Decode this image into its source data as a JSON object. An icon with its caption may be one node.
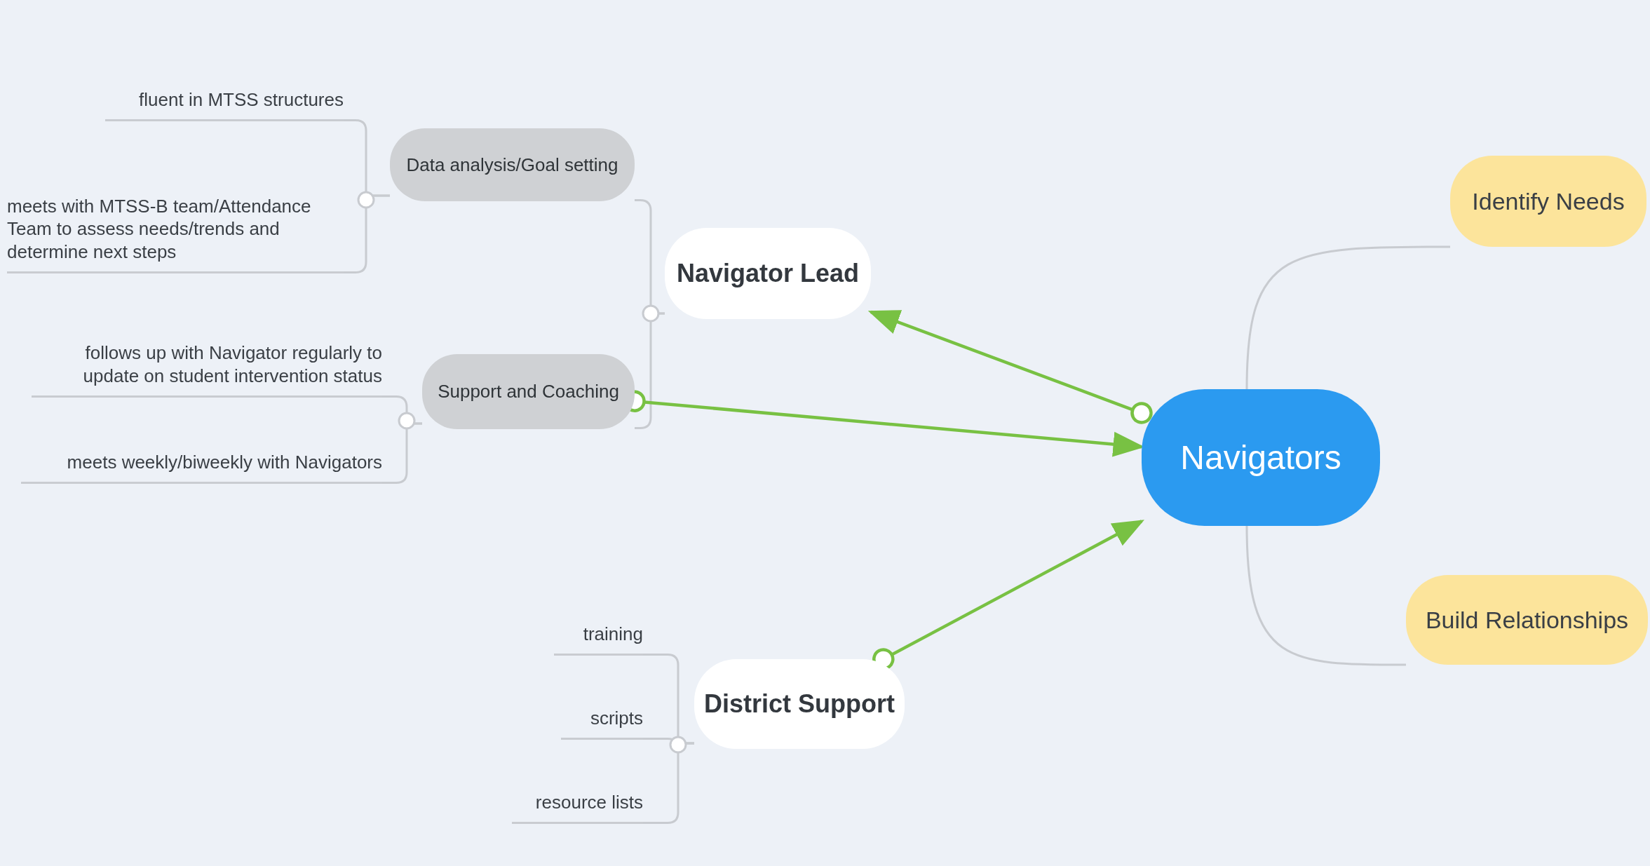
{
  "diagram": {
    "nodes": [
      {
        "text": [
          "Navigators"
        ]
      },
      {
        "text": [
          "Identify Needs"
        ]
      },
      {
        "text": [
          "Build Relationships"
        ]
      },
      {
        "text": [
          "Navigator Lead"
        ]
      },
      {
        "text": [
          "Data analysis/Goal setting"
        ]
      },
      {
        "text": [
          "Support and Coaching"
        ]
      },
      {
        "text": [
          "fluent in MTSS structures"
        ]
      },
      {
        "text": [
          "meets with MTSS-B team/Attendance Team to assess needs/trends and determine next steps"
        ]
      },
      {
        "text": [
          "follows up with Navigator regularly to update on student intervention status"
        ]
      },
      {
        "text": [
          "meets weekly/biweekly with Navigators"
        ]
      },
      {
        "text": [
          "District Support"
        ]
      },
      {
        "text": [
          "training"
        ]
      },
      {
        "text": [
          "scripts"
        ]
      },
      {
        "text": [
          "resource lists"
        ]
      }
    ],
    "edges": [
      {
        "from": 0,
        "to": 1,
        "arrow": "none"
      },
      {
        "from": 0,
        "to": 2,
        "arrow": "none"
      },
      {
        "from": 3,
        "to": 4,
        "arrow": "none"
      },
      {
        "from": 3,
        "to": 5,
        "arrow": "none"
      },
      {
        "from": 4,
        "to": 6,
        "arrow": "none"
      },
      {
        "from": 4,
        "to": 7,
        "arrow": "none"
      },
      {
        "from": 5,
        "to": 8,
        "arrow": "none"
      },
      {
        "from": 5,
        "to": 9,
        "arrow": "none"
      },
      {
        "from": 10,
        "to": 11,
        "arrow": "none"
      },
      {
        "from": 10,
        "to": 12,
        "arrow": "none"
      },
      {
        "from": 10,
        "to": 13,
        "arrow": "none"
      },
      {
        "from": 0,
        "to": 3,
        "arrow": "to",
        "color": "#78c143"
      },
      {
        "from": 5,
        "to": 0,
        "arrow": "to",
        "color": "#78c143"
      },
      {
        "from": 10,
        "to": 0,
        "arrow": "to",
        "color": "#78c143"
      }
    ]
  }
}
